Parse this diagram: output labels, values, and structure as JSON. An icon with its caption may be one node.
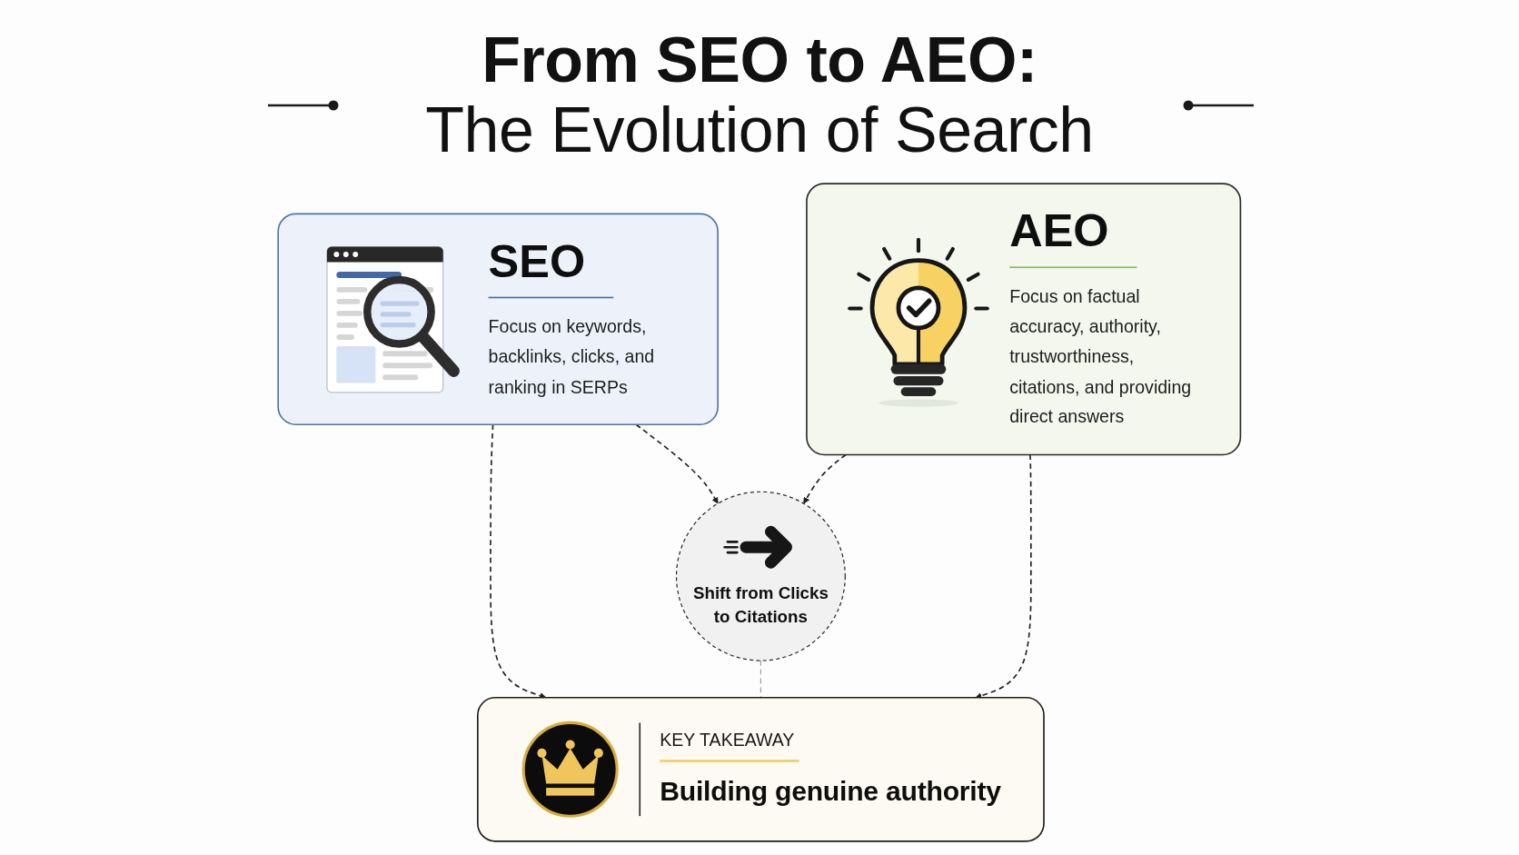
{
  "diagram": {
    "title": "**From SEO to AEO:** The Evolution of Search",
    "nodes": [
      {
        "text": [
          "SEO",
          "Focus on keywords, backlinks, clicks, and ranking in SERPs"
        ]
      },
      {
        "text": [
          "Shift from Clicks to Citations"
        ]
      },
      {
        "text": [
          "AEO",
          "Focus on factual accuracy, authority, trustworthiness, citations, and providing direct answers"
        ]
      },
      {
        "text": [
          "KEY TAKEAWAY",
          "Building genuine authority"
        ]
      }
    ],
    "edges": [
      {
        "from": 0,
        "to": 3,
        "arrow": "to",
        "style": "dashed"
      },
      {
        "from": 0,
        "to": 1,
        "arrow": "to",
        "style": "dashed"
      },
      {
        "from": 2,
        "to": 1,
        "arrow": "to",
        "style": "dashed"
      },
      {
        "from": 2,
        "to": 3,
        "arrow": "to",
        "style": "dashed"
      },
      {
        "from": 1,
        "to": 3,
        "arrow": "none",
        "style": "dashed",
        "color": "#9e9e9e"
      }
    ]
  }
}
